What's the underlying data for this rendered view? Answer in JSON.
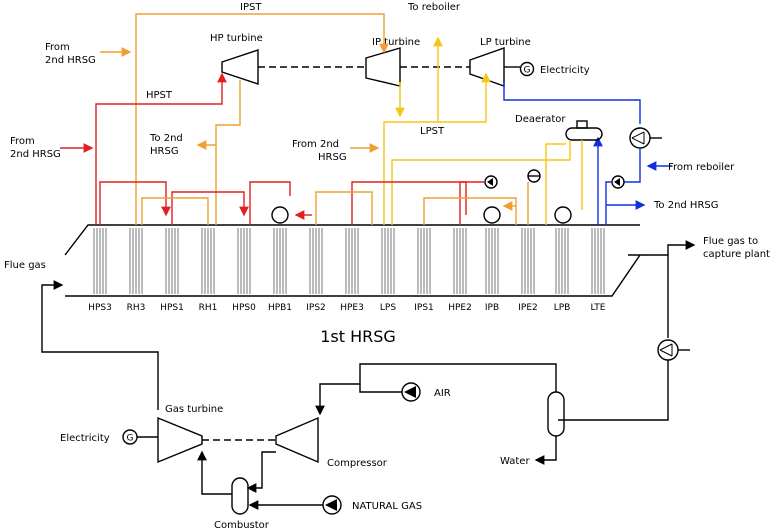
{
  "colors": {
    "hp_steam": "#e02020",
    "ip_steam": "#f0a030",
    "lp_steam": "#f5c518",
    "water": "#1030e0",
    "structure": "#000000"
  },
  "labels": {
    "ipst": "IPST",
    "to_reboiler": "To reboiler",
    "from_2nd_hrsg_a1": "From",
    "from_2nd_hrsg_a2": "2nd HRSG",
    "hp_turbine": "HP turbine",
    "ip_turbine": "IP turbine",
    "lp_turbine": "LP turbine",
    "electricity_top": "Electricity",
    "hpst": "HPST",
    "from_2nd_hrsg_b1": "From",
    "from_2nd_hrsg_b2": "2nd HRSG",
    "to_2nd_hrsg_a1": "To 2nd",
    "to_2nd_hrsg_a2": "HRSG",
    "lpst": "LPST",
    "from_2nd_hrsg_c1": "From 2nd",
    "from_2nd_hrsg_c2": "HRSG",
    "deaerator": "Deaerator",
    "from_reboiler": "From reboiler",
    "to_2nd_hrsg_b": "To 2nd HRSG",
    "flue_gas_in": "Flue gas",
    "flue_gas_out1": "Flue gas to",
    "flue_gas_out2": "capture plant",
    "hrsg_title": "1st HRSG",
    "gas_turbine": "Gas turbine",
    "air": "AIR",
    "electricity_bottom": "Electricity",
    "compressor": "Compressor",
    "water": "Water",
    "natural_gas": "NATURAL GAS",
    "combustor": "Combustor",
    "generator": "G"
  },
  "sections": [
    "HPS3",
    "RH3",
    "HPS1",
    "RH1",
    "HPS0",
    "HPB1",
    "IPS2",
    "HPE3",
    "LPS",
    "IPS1",
    "HPE2",
    "IPB",
    "IPE2",
    "LPB",
    "LTE"
  ]
}
